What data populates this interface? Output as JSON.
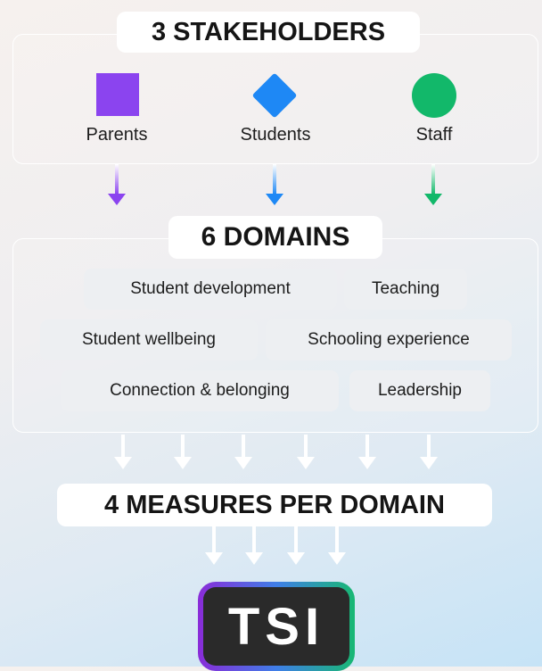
{
  "stakeholders": {
    "title": "3 STAKEHOLDERS",
    "items": [
      {
        "label": "Parents",
        "shape": "square-icon",
        "color": "#8b44ef"
      },
      {
        "label": "Students",
        "shape": "diamond-icon",
        "color": "#1e88f5"
      },
      {
        "label": "Staff",
        "shape": "circle-icon",
        "color": "#12b86a"
      }
    ]
  },
  "domains": {
    "title": "6 DOMAINS",
    "items": [
      "Student development",
      "Teaching",
      "Student wellbeing",
      "Schooling experience",
      "Connection & belonging",
      "Leadership"
    ]
  },
  "measures": {
    "title": "4 MEASURES PER DOMAIN"
  },
  "index": {
    "label": "TSI"
  }
}
